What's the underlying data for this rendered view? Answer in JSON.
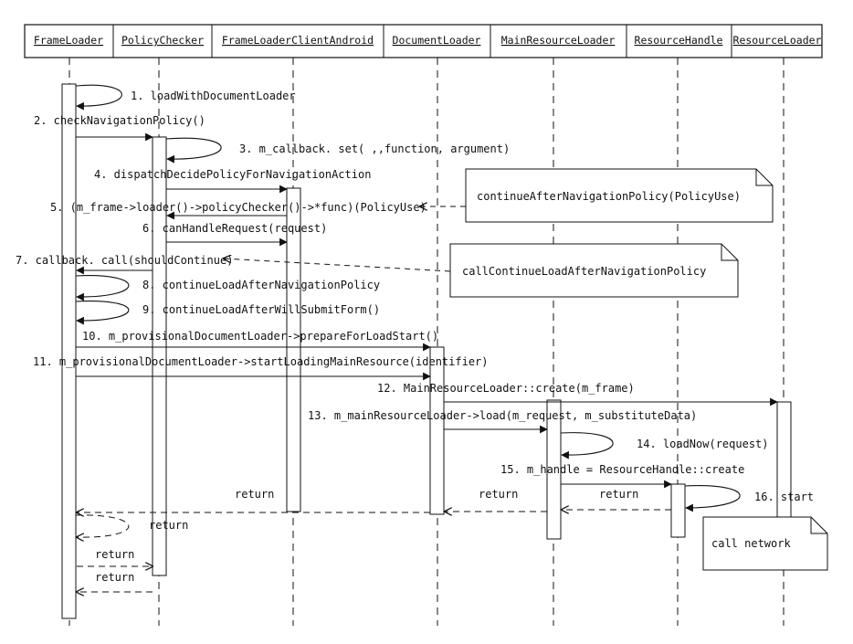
{
  "participants": [
    {
      "id": "fl",
      "label": "FrameLoader"
    },
    {
      "id": "pc",
      "label": "PolicyChecker"
    },
    {
      "id": "flca",
      "label": "FrameLoaderClientAndroid"
    },
    {
      "id": "dl",
      "label": "DocumentLoader"
    },
    {
      "id": "mrl",
      "label": "MainResourceLoader"
    },
    {
      "id": "rh",
      "label": "ResourceHandle"
    },
    {
      "id": "rl",
      "label": "ResourceLoader"
    }
  ],
  "messages": [
    {
      "id": "m1",
      "label": "1. loadWithDocumentLoader"
    },
    {
      "id": "m2",
      "label": "2. checkNavigationPolicy()"
    },
    {
      "id": "m3",
      "label": "3. m_callback. set( ,,function, argument)"
    },
    {
      "id": "m4",
      "label": "4. dispatchDecidePolicyForNavigationAction"
    },
    {
      "id": "m5",
      "label": "5. (m_frame->loader()->policyChecker()->*func)(PolicyUse)"
    },
    {
      "id": "m6",
      "label": "6. canHandleRequest(request)"
    },
    {
      "id": "m7",
      "label": "7. callback. call(shouldContinue)"
    },
    {
      "id": "m8",
      "label": "8. continueLoadAfterNavigationPolicy"
    },
    {
      "id": "m9",
      "label": "9. continueLoadAfterWillSubmitForm()"
    },
    {
      "id": "m10",
      "label": "10. m_provisionalDocumentLoader->prepareForLoadStart()"
    },
    {
      "id": "m11",
      "label": "11. m_provisionalDocumentLoader->startLoadingMainResource(identifier)"
    },
    {
      "id": "m12",
      "label": "12. MainResourceLoader::create(m_frame)"
    },
    {
      "id": "m13",
      "label": "13. m_mainResourceLoader->load(m_request, m_substituteData)"
    },
    {
      "id": "m14",
      "label": "14. loadNow(request)"
    },
    {
      "id": "m15",
      "label": "15. m_handle = ResourceHandle::create"
    },
    {
      "id": "m16",
      "label": "16. start"
    }
  ],
  "returns": {
    "label": "return"
  },
  "notes": [
    {
      "id": "n1",
      "label": "continueAfterNavigationPolicy(PolicyUse)"
    },
    {
      "id": "n2",
      "label": "callContinueLoadAfterNavigationPolicy"
    },
    {
      "id": "n3",
      "label": "call network"
    }
  ]
}
